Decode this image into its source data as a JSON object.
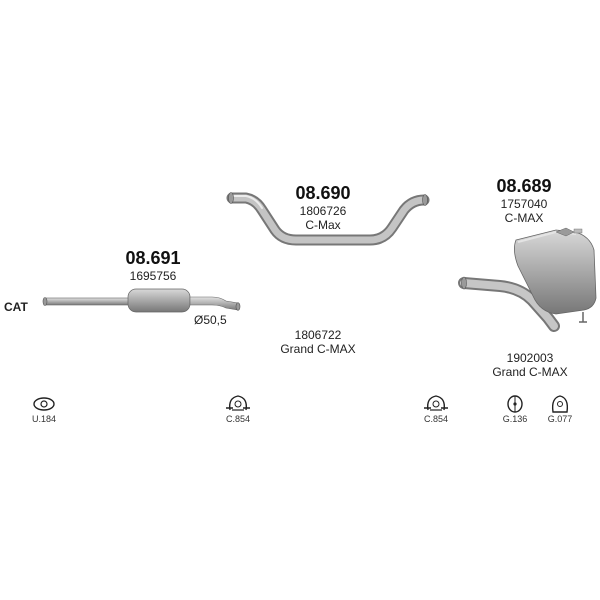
{
  "cat_label": "CAT",
  "parts": [
    {
      "number": "08.691",
      "refs": [
        "1695756"
      ]
    },
    {
      "number": "08.690",
      "refs": [
        "1806726",
        "C-Max"
      ]
    },
    {
      "number": "08.689",
      "refs": [
        "1757040",
        "C-MAX"
      ]
    }
  ],
  "pipe_diameter": "Ø50,5",
  "extra_refs": [
    {
      "lines": [
        "1806722",
        "Grand C-MAX"
      ]
    },
    {
      "lines": [
        "1902003",
        "Grand C-MAX"
      ]
    }
  ],
  "accessories": [
    {
      "code": "U.184",
      "icon": "gasket-icon"
    },
    {
      "code": "C.854",
      "icon": "clamp-icon"
    },
    {
      "code": "C.854",
      "icon": "clamp-icon"
    },
    {
      "code": "G.136",
      "icon": "rubber-hanger-icon"
    },
    {
      "code": "G.077",
      "icon": "rubber-hanger-icon"
    }
  ]
}
